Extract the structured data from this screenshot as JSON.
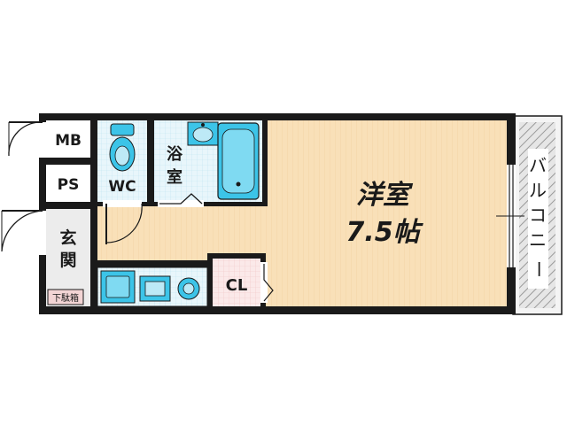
{
  "rooms": {
    "mb": "MB",
    "ps": "PS",
    "wc": "WC",
    "bath_line1": "浴",
    "bath_line2": "室",
    "genkan_line1": "玄",
    "genkan_line2": "関",
    "shoebox": "下駄箱",
    "closet": "CL",
    "main_room_name": "洋室",
    "main_room_size": "7.5帖",
    "balcony_chars": [
      "バ",
      "ル",
      "コ",
      "ニ",
      "ー"
    ]
  },
  "colors": {
    "wall": "#1a1a1a",
    "main_floor": "#f9e0b8",
    "wet_area": "#dff3fb",
    "fixture": "#3cc4e8",
    "closet_floor": "#f8dede",
    "balcony_hatch": "#9a9a9a",
    "shoebox_fill": "#f2d4d4"
  }
}
